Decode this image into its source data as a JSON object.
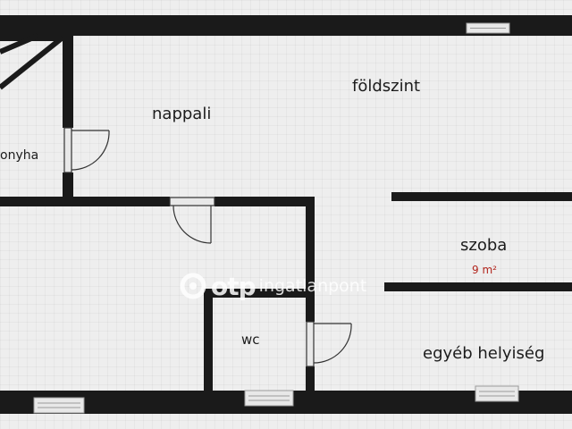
{
  "rooms": {
    "floor_label": "földszint",
    "living": "nappali",
    "kitchen": "onyha",
    "room": "szoba",
    "room_area": "9 m²",
    "wc": "wc",
    "other": "egyéb helyiség"
  },
  "watermark": {
    "otp": "otp",
    "brand": "ingatlanpont"
  },
  "colors": {
    "wall": "#1a1a1a",
    "area_text": "#b3261e",
    "background": "#eeeeee"
  }
}
